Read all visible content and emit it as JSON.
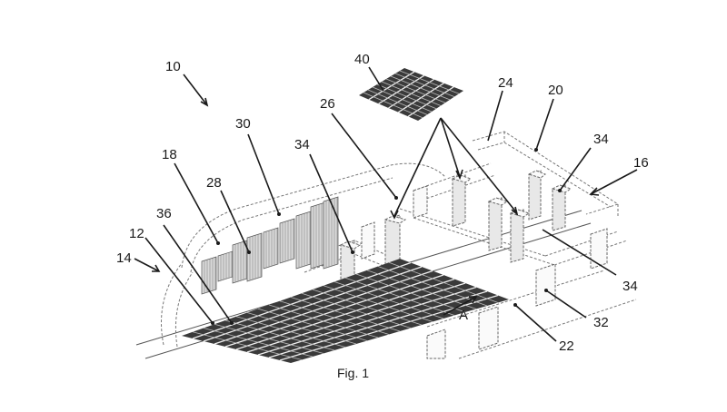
{
  "figure": {
    "caption": "Fig. 1",
    "labels": {
      "assembly": "10",
      "grid_module": "40",
      "wall_24": "24",
      "wall_20": "20",
      "wall_26": "26",
      "part_30": "30",
      "column_34_center": "34",
      "column_34_right": "34",
      "column_34_lower": "34",
      "end_16": "16",
      "wall_18": "18",
      "stack_28": "28",
      "item_36": "36",
      "grid_12": "12",
      "end_14": "14",
      "opening_32": "32",
      "wall_22": "22",
      "direction_A": "A"
    }
  }
}
